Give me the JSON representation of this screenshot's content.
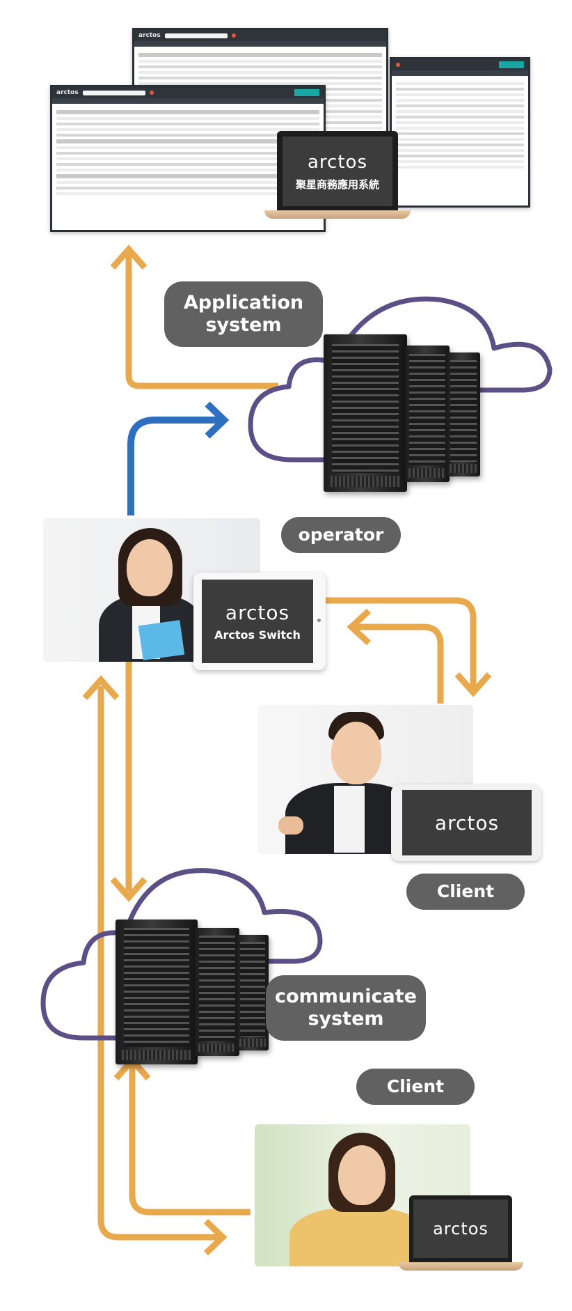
{
  "labels": {
    "application_system": [
      "Application",
      "system"
    ],
    "operator": "operator",
    "client_top": "Client",
    "communicate_system": [
      "communicate",
      "system"
    ],
    "client_bottom": "Client"
  },
  "devices": {
    "laptop_top_logo": "arctos",
    "laptop_top_subtitle": "聚星商務應用系統",
    "tablet_logo": "arctos",
    "tablet_subtitle": "Arctos Switch",
    "phone_logo": "arctos",
    "laptop_bottom_logo": "arctos"
  },
  "screenshots": {
    "brand": "arctos"
  },
  "colors": {
    "arrow_orange": "#E8A84C",
    "arrow_blue": "#2E6FC0",
    "cloud_outline": "#5B4F86",
    "pill_bg": "#616161"
  },
  "icons": [
    "cloud-icon",
    "server-rack-icon",
    "arrow-icon"
  ]
}
